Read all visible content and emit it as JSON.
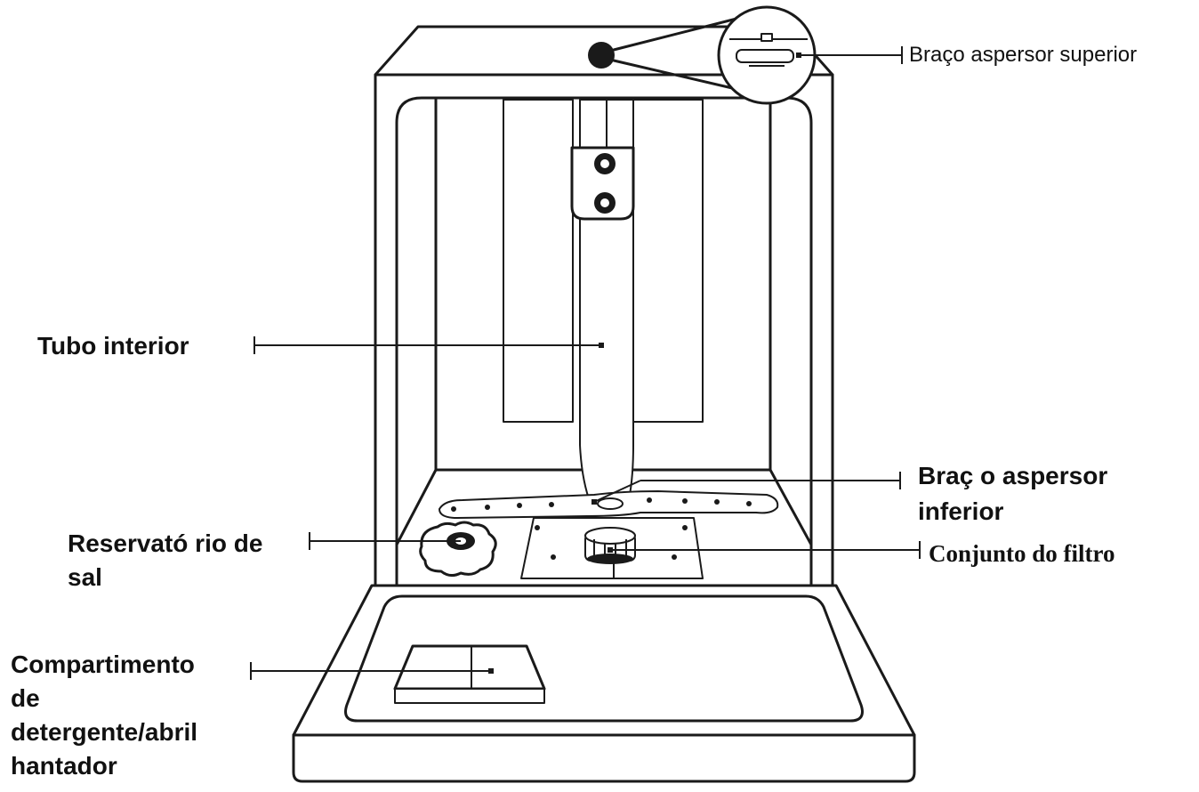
{
  "labels": {
    "upper_arm": "Braço aspersor superior",
    "inner_tube": "Tubo interior",
    "lower_arm_line1": "Braç o aspersor",
    "lower_arm_line2": "inferior",
    "salt_line1": "Reservató rio de",
    "salt_line2": "sal",
    "filter": "Conjunto do filtro",
    "detergent_line1": "Compartimento",
    "detergent_line2": "de",
    "detergent_line3": "detergente/abril",
    "detergent_line4": "hantador"
  }
}
